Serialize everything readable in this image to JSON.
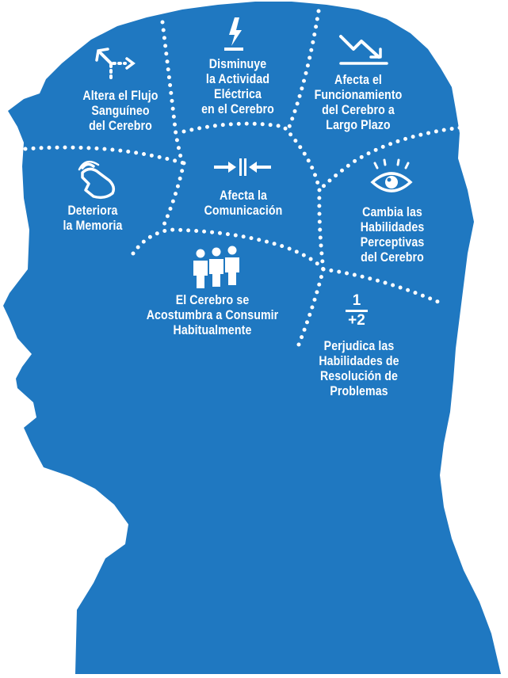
{
  "colors": {
    "head": "#1f78c1",
    "text": "#ffffff",
    "dots": "#ffffff",
    "background": "#ffffff"
  },
  "regions": [
    {
      "id": "blood-flow",
      "icon": "branching-arrow-icon",
      "lines": [
        "Altera el Flujo",
        "Sanguíneo",
        "del Cerebro"
      ]
    },
    {
      "id": "electrical",
      "icon": "lightning-bolt-icon",
      "lines": [
        "Disminuye",
        "la Actividad",
        "Eléctrica",
        "en el Cerebro"
      ]
    },
    {
      "id": "long-term",
      "icon": "trending-down-icon",
      "lines": [
        "Afecta el",
        "Funcionamiento",
        "del Cerebro a",
        "Largo Plazo"
      ]
    },
    {
      "id": "memory",
      "icon": "finger-tap-icon",
      "lines": [
        "Deteriora",
        "la Memoria"
      ]
    },
    {
      "id": "communication",
      "icon": "arrows-inward-icon",
      "lines": [
        "Afecta la",
        "Comunicación"
      ]
    },
    {
      "id": "perception",
      "icon": "eye-icon",
      "lines": [
        "Cambia las",
        "Habilidades",
        "Perceptivas",
        "del Cerebro"
      ]
    },
    {
      "id": "habit",
      "icon": "people-group-icon",
      "lines": [
        "El Cerebro se",
        "Acostumbra a Consumir",
        "Habitualmente"
      ]
    },
    {
      "id": "problem-solving",
      "icon": "fraction-sum-icon",
      "icon_text": {
        "top": "1",
        "bottom": "+2"
      },
      "lines": [
        "Perjudica las",
        "Habilidades de",
        "Resolución de",
        "Problemas"
      ]
    }
  ]
}
